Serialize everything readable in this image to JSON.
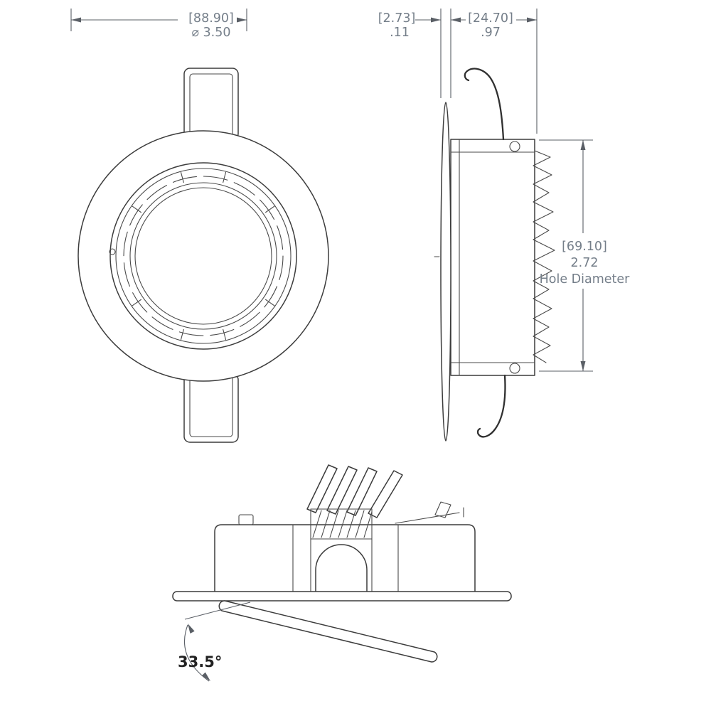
{
  "drawing": {
    "front_view": {
      "bezel_diameter_mm": "[88.90]",
      "bezel_diameter_in": "⌀ 3.50"
    },
    "side_view": {
      "flange_mm": "[2.73]",
      "flange_in": ".11",
      "depth_mm": "[24.70]",
      "depth_in": ".97",
      "hole_mm": "[69.10]",
      "hole_in": "2.72",
      "hole_label": "Hole Diameter"
    },
    "tilt_view": {
      "angle": "33.5°"
    }
  },
  "colors": {
    "line": "#3c3c3c",
    "dimension": "#5a5f66",
    "dim_text": "#747e89",
    "angle_text": "#222222",
    "background": "#ffffff"
  }
}
